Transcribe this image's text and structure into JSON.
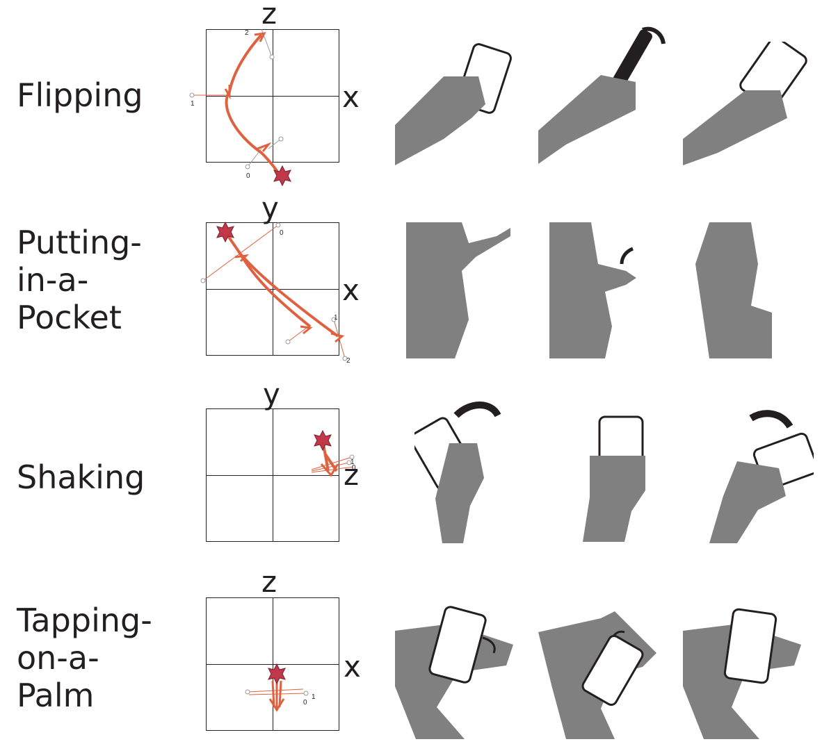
{
  "colors": {
    "trail": "#e0613f",
    "skin": "#808080",
    "ink": "#231f20",
    "marker": "#c1384a"
  },
  "rows": [
    {
      "label": "Flipping",
      "vertical_axis": "z",
      "horizontal_axis": "x",
      "sample_labels": [
        "2",
        "1",
        "0"
      ],
      "illustrations": [
        {
          "icon": "hand-holding-phone-icon"
        },
        {
          "icon": "hand-flipping-phone-icon"
        },
        {
          "icon": "hand-phone-flipped-icon"
        }
      ]
    },
    {
      "label": "Putting-\nin-a-\nPocket",
      "vertical_axis": "y",
      "horizontal_axis": "x",
      "sample_labels": [
        "0",
        "1",
        "2"
      ],
      "illustrations": [
        {
          "icon": "person-holding-phone-icon"
        },
        {
          "icon": "person-lowering-phone-icon"
        },
        {
          "icon": "person-phone-in-pocket-icon"
        }
      ]
    },
    {
      "label": "Shaking",
      "vertical_axis": "y",
      "horizontal_axis": "z",
      "sample_labels": [
        "1",
        "0"
      ],
      "illustrations": [
        {
          "icon": "hand-shaking-left-icon"
        },
        {
          "icon": "hand-upright-phone-icon"
        },
        {
          "icon": "hand-shaking-right-icon"
        }
      ]
    },
    {
      "label": "Tapping-\non-a-\nPalm",
      "vertical_axis": "z",
      "horizontal_axis": "x",
      "sample_labels": [
        "0",
        "1"
      ],
      "illustrations": [
        {
          "icon": "phone-on-palm-tilt-right-icon"
        },
        {
          "icon": "phone-on-palm-tilt-left-icon"
        },
        {
          "icon": "phone-on-palm-rest-icon"
        }
      ]
    }
  ]
}
